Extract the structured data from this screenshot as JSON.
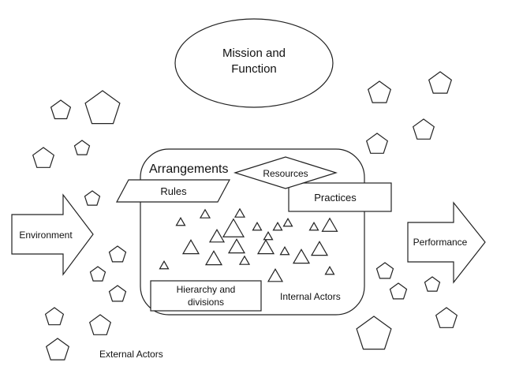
{
  "mission": {
    "line1": "Mission and",
    "line2": "Function"
  },
  "arrangements": {
    "title": "Arrangements",
    "resources": "Resources",
    "rules": "Rules",
    "practices": "Practices",
    "hierarchy_line1": "Hierarchy and",
    "hierarchy_line2": "divisions",
    "internal_actors": "Internal Actors"
  },
  "environment": "Environment",
  "performance": "Performance",
  "external_actors": "External Actors",
  "icons": {
    "external_actor": "pentagon-icon",
    "internal_actor": "triangle-icon"
  }
}
